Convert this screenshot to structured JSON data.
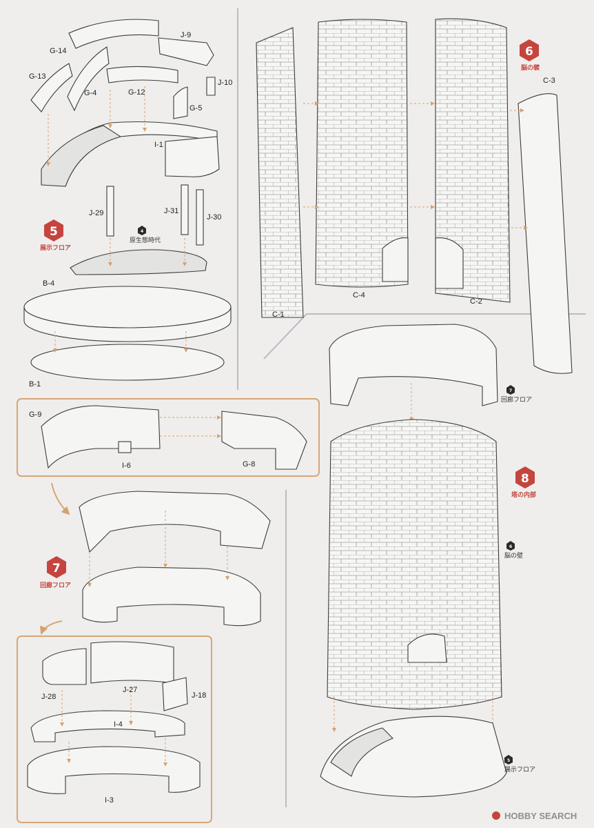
{
  "parts": {
    "g14": "G-14",
    "g13": "G-13",
    "g4": "G-4",
    "g12": "G-12",
    "g5": "G-5",
    "j9": "J-9",
    "j10": "J-10",
    "i1": "I-1",
    "j29": "J-29",
    "j31": "J-31",
    "j30": "J-30",
    "b4": "B-4",
    "b1": "B-1",
    "g9": "G-9",
    "i6": "I-6",
    "g8": "G-8",
    "j28": "J-28",
    "j27": "J-27",
    "j18": "J-18",
    "i4": "I-4",
    "i3": "I-3",
    "c1": "C-1",
    "c4": "C-4",
    "c2": "C-2",
    "c3": "C-3"
  },
  "steps": {
    "s5": {
      "num": "5",
      "label": "展示フロア"
    },
    "s6": {
      "num": "6",
      "label": "脳の襞"
    },
    "s7": {
      "num": "7",
      "label": "回廊フロア"
    },
    "s8": {
      "num": "8",
      "label": "塔の内部"
    }
  },
  "refs": {
    "r4": {
      "num": "4",
      "label": "原生態時代"
    },
    "r7": {
      "num": "7",
      "label": "回廊フロア"
    },
    "r6": {
      "num": "6",
      "label": "脳の壁"
    },
    "r5": {
      "num": "5",
      "label": "展示フロア"
    }
  },
  "watermark": "HOBBY SEARCH",
  "colors": {
    "accent": "#c4453e",
    "leader": "#d8a070",
    "frame": "#d7a676"
  }
}
